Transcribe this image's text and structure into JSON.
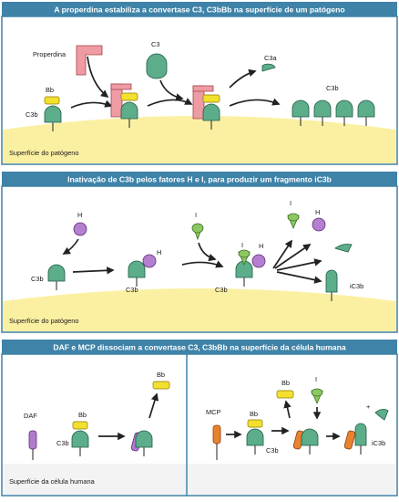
{
  "colors": {
    "header_bar": "#3f83a8",
    "surface": "#fbf0a2",
    "c3b": "#5cae8a",
    "bb": "#f3e02e",
    "properdin": "#ef9ba3",
    "factor_h": "#b57fd0",
    "factor_i": "#8cc862",
    "daf": "#b07acd",
    "mcp": "#e8822e"
  },
  "panel1": {
    "title": "A properdina estabiliza a convertase C3, C3bBb na superfície de um patógeno",
    "labels": {
      "properdin": "Properdina",
      "bb": "Bb",
      "c3b_left": "C3b",
      "c3": "C3",
      "c3a": "C3a",
      "c3b_right": "C3b"
    },
    "surface_label": "Superfície do patógeno"
  },
  "panel2": {
    "title": "Inativação de C3b pelos fatores H e I, para produzir um fragmento iC3b",
    "labels": {
      "h_free": "H",
      "c3b_1": "C3b",
      "c3b_2": "C3b",
      "h_bound": "H",
      "i_free": "I",
      "c3b_3": "C3b",
      "i_bound": "I",
      "h_bound_2": "H",
      "i_released": "I",
      "h_released": "H",
      "ic3b": "iC3b"
    },
    "surface_label": "Superfície do patógeno"
  },
  "panel3": {
    "title": "DAF e MCP dissociam a convertase C3, C3bBb na superfície da célula humana",
    "labels": {
      "daf": "DAF",
      "bb_left": "Bb",
      "c3b_left": "C3b",
      "bb_released_left": "Bb",
      "mcp": "MCP",
      "bb_right": "Bb",
      "bb_released_right": "Bb",
      "c3b_right": "C3b",
      "i_right": "I",
      "ic3b": "iC3b",
      "plus": "+"
    },
    "surface_label": "Superfície da célula humana"
  }
}
